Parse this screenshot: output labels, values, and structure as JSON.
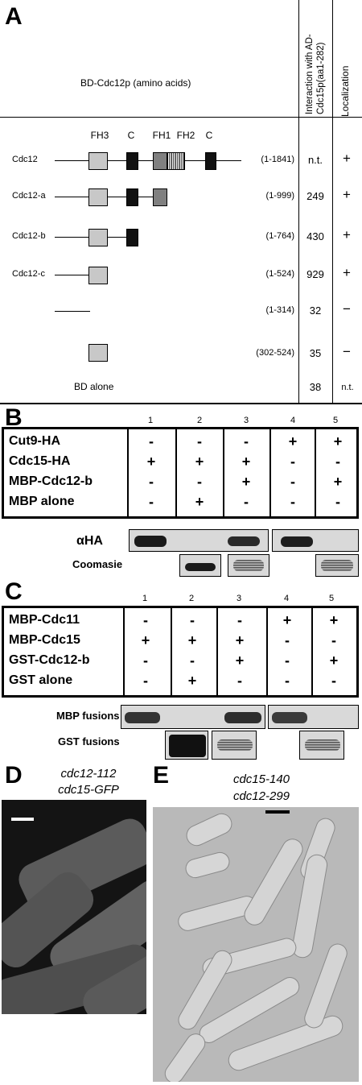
{
  "panelA": {
    "letter": "A",
    "construct_title": "BD-Cdc12p (amino acids)",
    "col_interaction": "Interaction with AD-Cdc15p(aa1-282)",
    "col_localization": "Localization",
    "domains": [
      "FH3",
      "C",
      "FH1",
      "FH2",
      "C"
    ],
    "rows": [
      {
        "name": "Cdc12",
        "range": "(1-1841)",
        "interaction": "n.t.",
        "localization": "+"
      },
      {
        "name": "Cdc12-a",
        "range": "(1-999)",
        "interaction": "249",
        "localization": "+"
      },
      {
        "name": "Cdc12-b",
        "range": "(1-764)",
        "interaction": "430",
        "localization": "+"
      },
      {
        "name": "Cdc12-c",
        "range": "(1-524)",
        "interaction": "929",
        "localization": "+"
      },
      {
        "name": "",
        "range": "(1-314)",
        "interaction": "32",
        "localization": "−"
      },
      {
        "name": "",
        "range": "(302-524)",
        "interaction": "35",
        "localization": "−"
      },
      {
        "name": "BD alone",
        "range": "",
        "interaction": "38",
        "localization": "n.t."
      }
    ]
  },
  "panelB": {
    "letter": "B",
    "lanes": [
      "1",
      "2",
      "3",
      "4",
      "5"
    ],
    "rows": [
      {
        "label": "Cut9-HA",
        "marks": [
          "-",
          "-",
          "-",
          "+",
          "+"
        ]
      },
      {
        "label": "Cdc15-HA",
        "marks": [
          "+",
          "+",
          "+",
          "-",
          "-"
        ]
      },
      {
        "label": "MBP-Cdc12-b",
        "marks": [
          "-",
          "-",
          "+",
          "-",
          "+"
        ]
      },
      {
        "label": "MBP alone",
        "marks": [
          "-",
          "+",
          "-",
          "-",
          "-"
        ]
      }
    ],
    "blot1_label": "αHA",
    "blot2_label": "Coomasie"
  },
  "panelC": {
    "letter": "C",
    "lanes": [
      "1",
      "2",
      "3",
      "4",
      "5"
    ],
    "rows": [
      {
        "label": "MBP-Cdc11",
        "marks": [
          "-",
          "-",
          "-",
          "+",
          "+"
        ]
      },
      {
        "label": "MBP-Cdc15",
        "marks": [
          "+",
          "+",
          "+",
          "-",
          "-"
        ]
      },
      {
        "label": "GST-Cdc12-b",
        "marks": [
          "-",
          "-",
          "+",
          "-",
          "+"
        ]
      },
      {
        "label": "GST alone",
        "marks": [
          "-",
          "+",
          "-",
          "-",
          "-"
        ]
      }
    ],
    "blot1_label": "MBP fusions",
    "blot2_label": "GST fusions"
  },
  "panelD": {
    "letter": "D",
    "line1": "cdc12-112",
    "line2": "cdc15-GFP"
  },
  "panelE": {
    "letter": "E",
    "line1": "cdc15-140",
    "line2": "cdc12-299"
  }
}
